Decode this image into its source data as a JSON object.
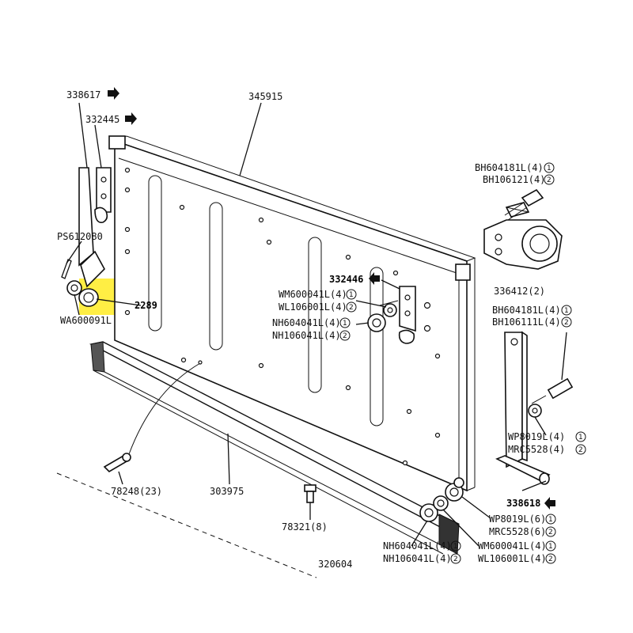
{
  "colors": {
    "highlight": "#ffee44",
    "ink": "#111111"
  },
  "labels": {
    "p338617": "338617",
    "p332445": "332445",
    "p345915": "345915",
    "bh604181_top": "BH604181L(4)",
    "bh106121": "BH106121(4)",
    "ps612080": "PS612080",
    "p2289": "2289",
    "wa600091": "WA600091L",
    "p332446": "332446",
    "wm600041_mid": "WM600041L(4)",
    "wl106001_mid": "WL106001L(4)",
    "nh604041_mid": "NH604041L(4)",
    "nh106041_mid": "NH106041L(4)",
    "p336412": "336412(2)",
    "bh604181_right": "BH604181L(4)",
    "bh106111": "BH106111L(4)",
    "wp8019_right": "WP8019L(4)",
    "mrc5528_right": "MRC5528(4)",
    "p338618": "338618",
    "wp8019_bottom": "WP8019L(6)",
    "mrc5528_bottom": "MRC5528(6)",
    "wm600041_bottom": "WM600041L(4)",
    "wl106001_bottom": "WL106001L(4)",
    "nh604041_bottom": "NH604041L(4)",
    "nh106041_bottom": "NH106041L(4)",
    "p78248": "78248(23)",
    "p303975": "303975",
    "p78321": "78321(8)",
    "p320604": "320604",
    "circle1": "1",
    "circle2": "2"
  }
}
